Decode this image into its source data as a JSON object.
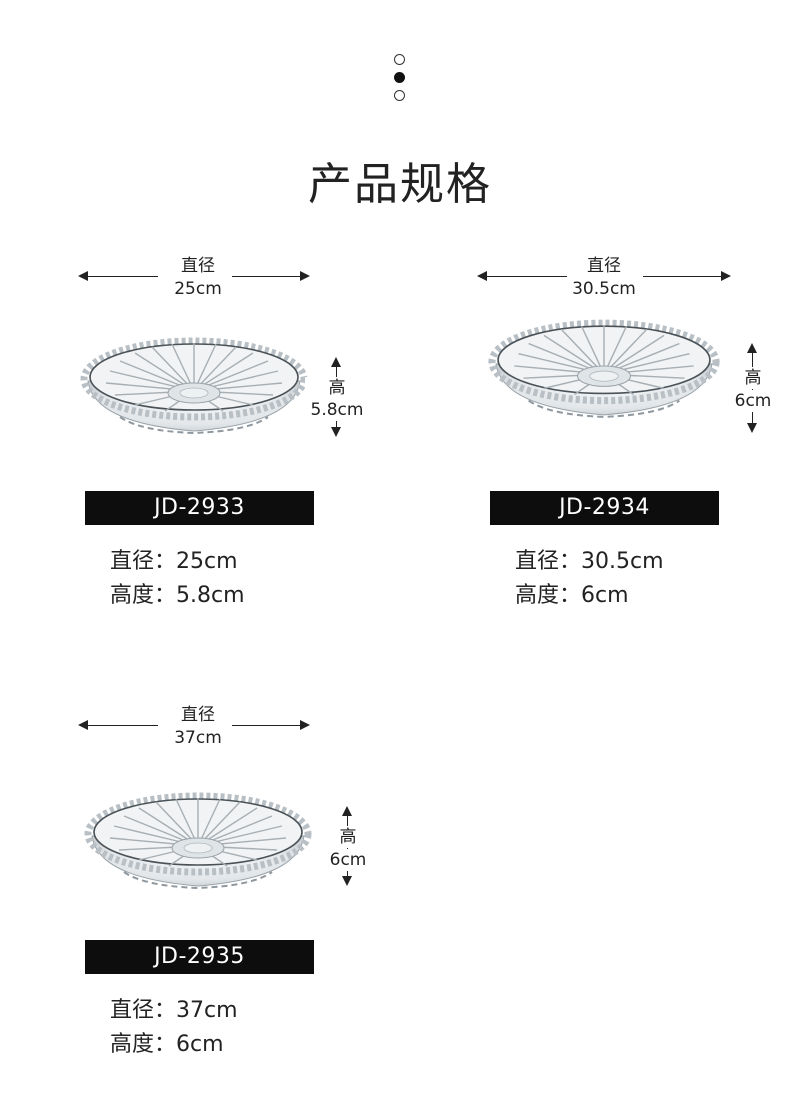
{
  "page_title": "产品规格",
  "products": [
    {
      "diameter_label": "直径",
      "diameter_value": "25cm",
      "height_label": "高",
      "height_value": "5.8cm",
      "model": "JD-2933",
      "spec_diameter_label": "直径：",
      "spec_diameter_value": "25cm",
      "spec_height_label": "高度：",
      "spec_height_value": "5.8cm"
    },
    {
      "diameter_label": "直径",
      "diameter_value": "30.5cm",
      "height_label": "高",
      "height_value": "6cm",
      "model": "JD-2934",
      "spec_diameter_label": "直径：",
      "spec_diameter_value": "30.5cm",
      "spec_height_label": "高度：",
      "spec_height_value": "6cm"
    },
    {
      "diameter_label": "直径",
      "diameter_value": "37cm",
      "height_label": "高",
      "height_value": "6cm",
      "model": "JD-2935",
      "spec_diameter_label": "直径：",
      "spec_diameter_value": "37cm",
      "spec_height_label": "高度：",
      "spec_height_value": "6cm"
    }
  ]
}
